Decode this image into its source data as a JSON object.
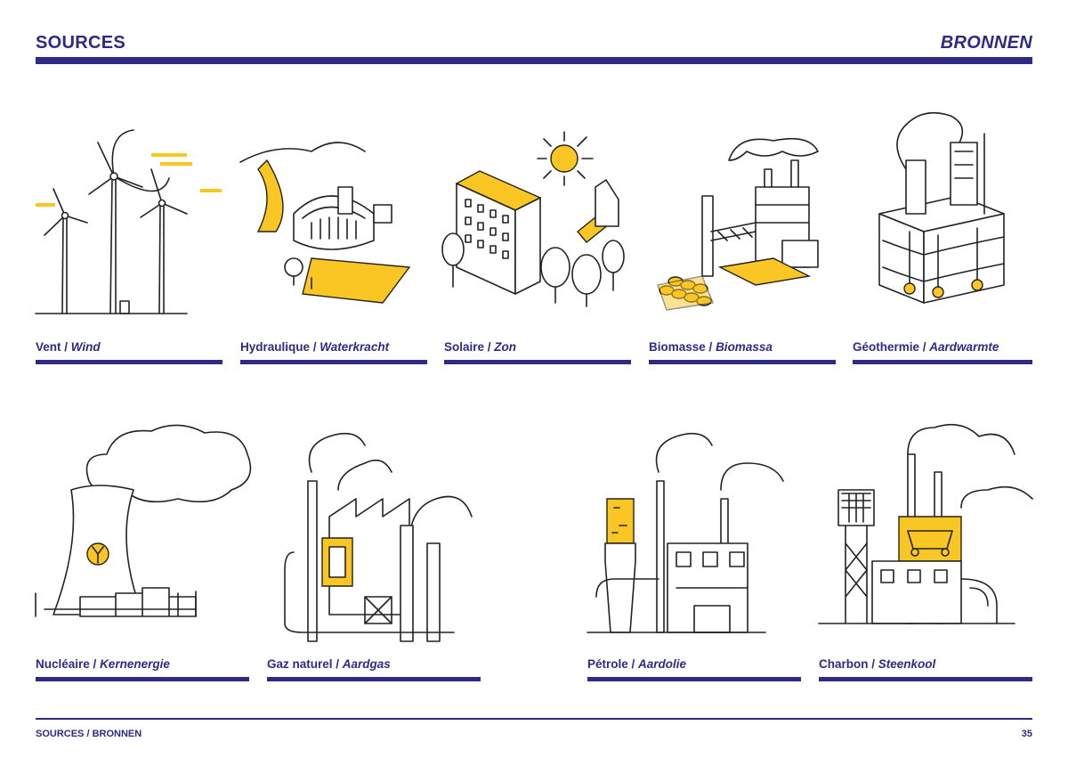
{
  "header": {
    "left_title": "SOURCES",
    "right_title": "BRONNEN"
  },
  "colors": {
    "accent": "#2e2a85",
    "highlight": "#f9c623",
    "ink": "#222222"
  },
  "sources": [
    {
      "fr": "Vent",
      "nl": "Wind",
      "icon": "wind-turbines-illustration"
    },
    {
      "fr": "Hydraulique",
      "nl": "Waterkracht",
      "icon": "hydro-dam-illustration"
    },
    {
      "fr": "Solaire",
      "nl": "Zon",
      "icon": "solar-illustration"
    },
    {
      "fr": "Biomasse",
      "nl": "Biomassa",
      "icon": "biomass-plant-illustration"
    },
    {
      "fr": "Géothermie",
      "nl": "Aardwarmte",
      "icon": "geothermal-plant-illustration"
    },
    {
      "fr": "Nucléaire",
      "nl": "Kernenergie",
      "icon": "nuclear-plant-illustration"
    },
    {
      "fr": "Gaz naturel",
      "nl": "Aardgas",
      "icon": "gas-plant-illustration"
    },
    {
      "fr": "Pétrole",
      "nl": "Aardolie",
      "icon": "oil-plant-illustration"
    },
    {
      "fr": "Charbon",
      "nl": "Steenkool",
      "icon": "coal-plant-illustration"
    }
  ],
  "footer": {
    "left": "SOURCES / BRONNEN",
    "page_number": "35"
  }
}
